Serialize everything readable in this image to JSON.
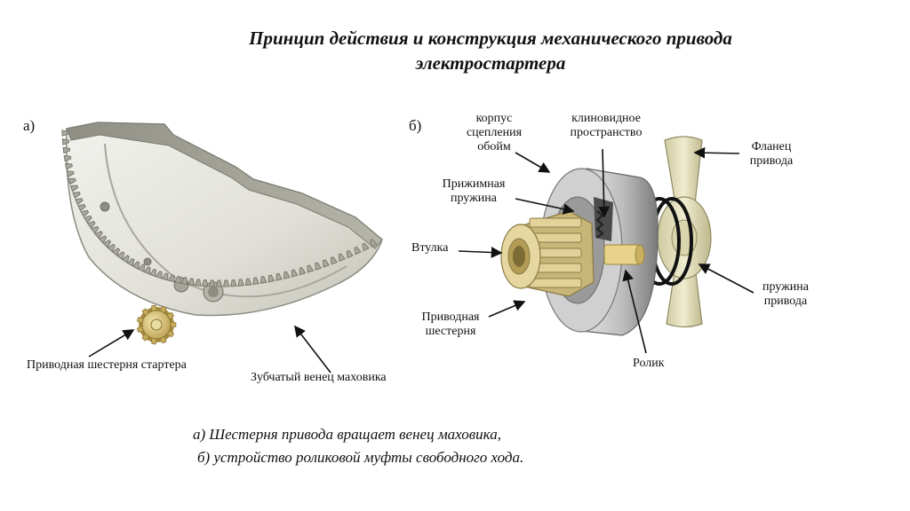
{
  "title": {
    "line1": "Принцип действия и конструкция механического привода",
    "line2": "электростартера"
  },
  "panel_a": {
    "marker": "а)",
    "labels": {
      "starter_pinion": "Приводная шестерня стартера",
      "flywheel_ring": "Зубчатый венец маховика"
    }
  },
  "panel_b": {
    "marker": "б)",
    "labels": {
      "clutch_housing": [
        "корпус",
        "сцепления",
        "обойм"
      ],
      "wedge_space": [
        "клиновидное",
        "пространство"
      ],
      "drive_flange": [
        "Фланец",
        "привода"
      ],
      "pressure_spring": [
        "Прижимная",
        "пружина"
      ],
      "bushing": "Втулка",
      "drive_pinion": [
        "Приводная",
        "шестерня"
      ],
      "roller": "Ролик",
      "drive_spring": [
        "пружина",
        "привода"
      ]
    }
  },
  "captions": {
    "a": "а) Шестерня привода вращает венец маховика,",
    "b": "б) устройство роликовой муфты свободного хода."
  },
  "colors": {
    "metal_light": "#e4e4dc",
    "metal_dark": "#9b9b90",
    "pinion_gold": "#d8c684",
    "housing_gray": "#c9c9c9",
    "spring_black": "#111111",
    "flange_cream": "#e7e4be"
  }
}
